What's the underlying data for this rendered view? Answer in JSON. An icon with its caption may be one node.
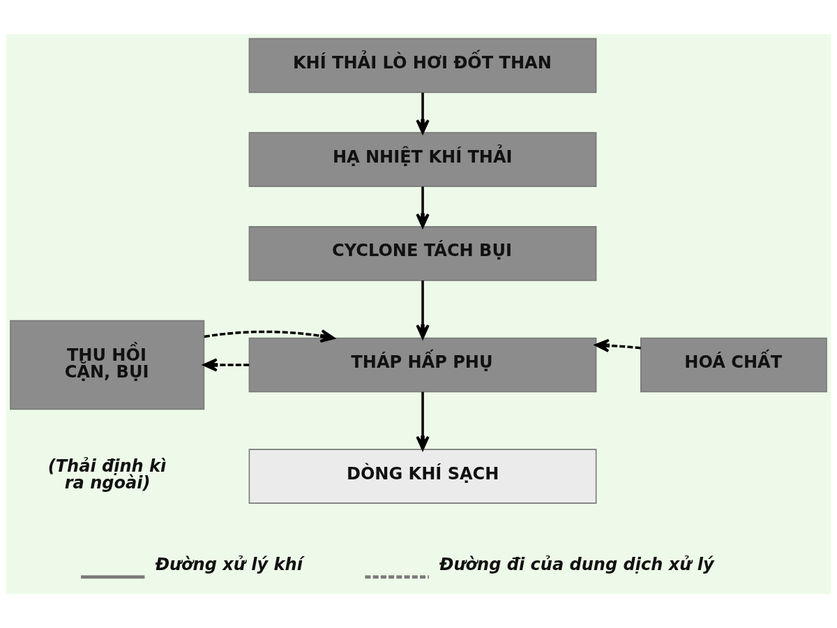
{
  "diagram": {
    "nodes": [
      {
        "text": [
          "KHÍ THẢI LÒ HƠI ĐỐT THAN"
        ]
      },
      {
        "text": [
          "HẠ NHIỆT KHÍ THẢI"
        ]
      },
      {
        "text": [
          "CYCLONE TÁCH BỤI"
        ]
      },
      {
        "text": [
          "THU HỒI CẶN, BỤI"
        ],
        "beside": [
          "(Thải định kì ra ngoài)"
        ]
      },
      {
        "text": [
          "THÁP HẤP PHỤ"
        ]
      },
      {
        "text": [
          "HOÁ CHẤT"
        ]
      },
      {
        "text": [
          "DÒNG KHÍ SẠCH"
        ]
      }
    ],
    "edges": [
      {
        "from": 0,
        "to": 1,
        "arrow": "to"
      },
      {
        "from": 1,
        "to": 2,
        "arrow": "to"
      },
      {
        "from": 2,
        "to": 4,
        "arrow": "to"
      },
      {
        "from": 4,
        "to": 3,
        "arrow": "to",
        "style": "dashed"
      },
      {
        "from": 5,
        "to": 4,
        "arrow": "to",
        "style": "dashed"
      },
      {
        "from": 3,
        "to": 4,
        "arrow": "to",
        "style": "dashed"
      },
      {
        "from": 4,
        "to": 6,
        "arrow": "to"
      }
    ],
    "legend": [
      {
        "text": "Đường xử lý khí"
      },
      {
        "text": "Đường đi của dung dịch xử lý"
      }
    ]
  }
}
